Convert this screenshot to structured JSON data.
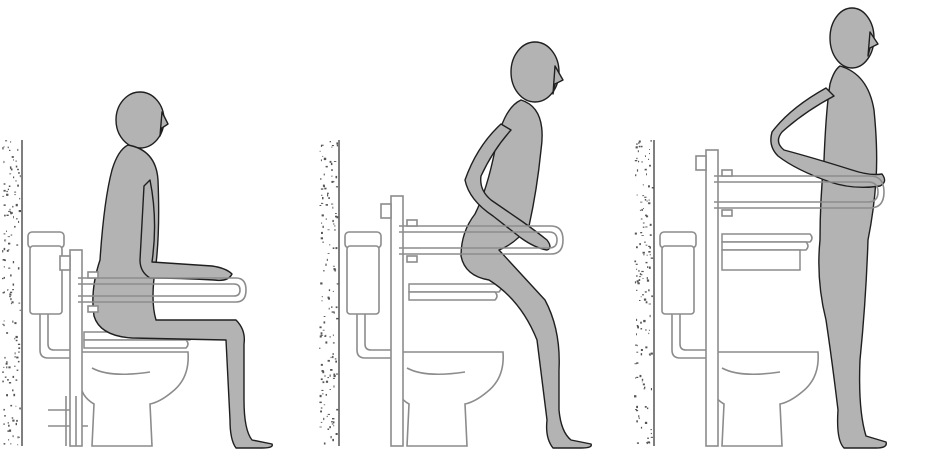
{
  "colors": {
    "body_fill": "#b3b3b3",
    "body_stroke": "#1f1f1f",
    "fixture_stroke": "#8c8c8c",
    "fixture_fill": "#ffffff",
    "wall_speckle": "#555555",
    "background": "#ffffff"
  },
  "panels": [
    {
      "pose": "seated"
    },
    {
      "pose": "rising"
    },
    {
      "pose": "standing"
    }
  ]
}
